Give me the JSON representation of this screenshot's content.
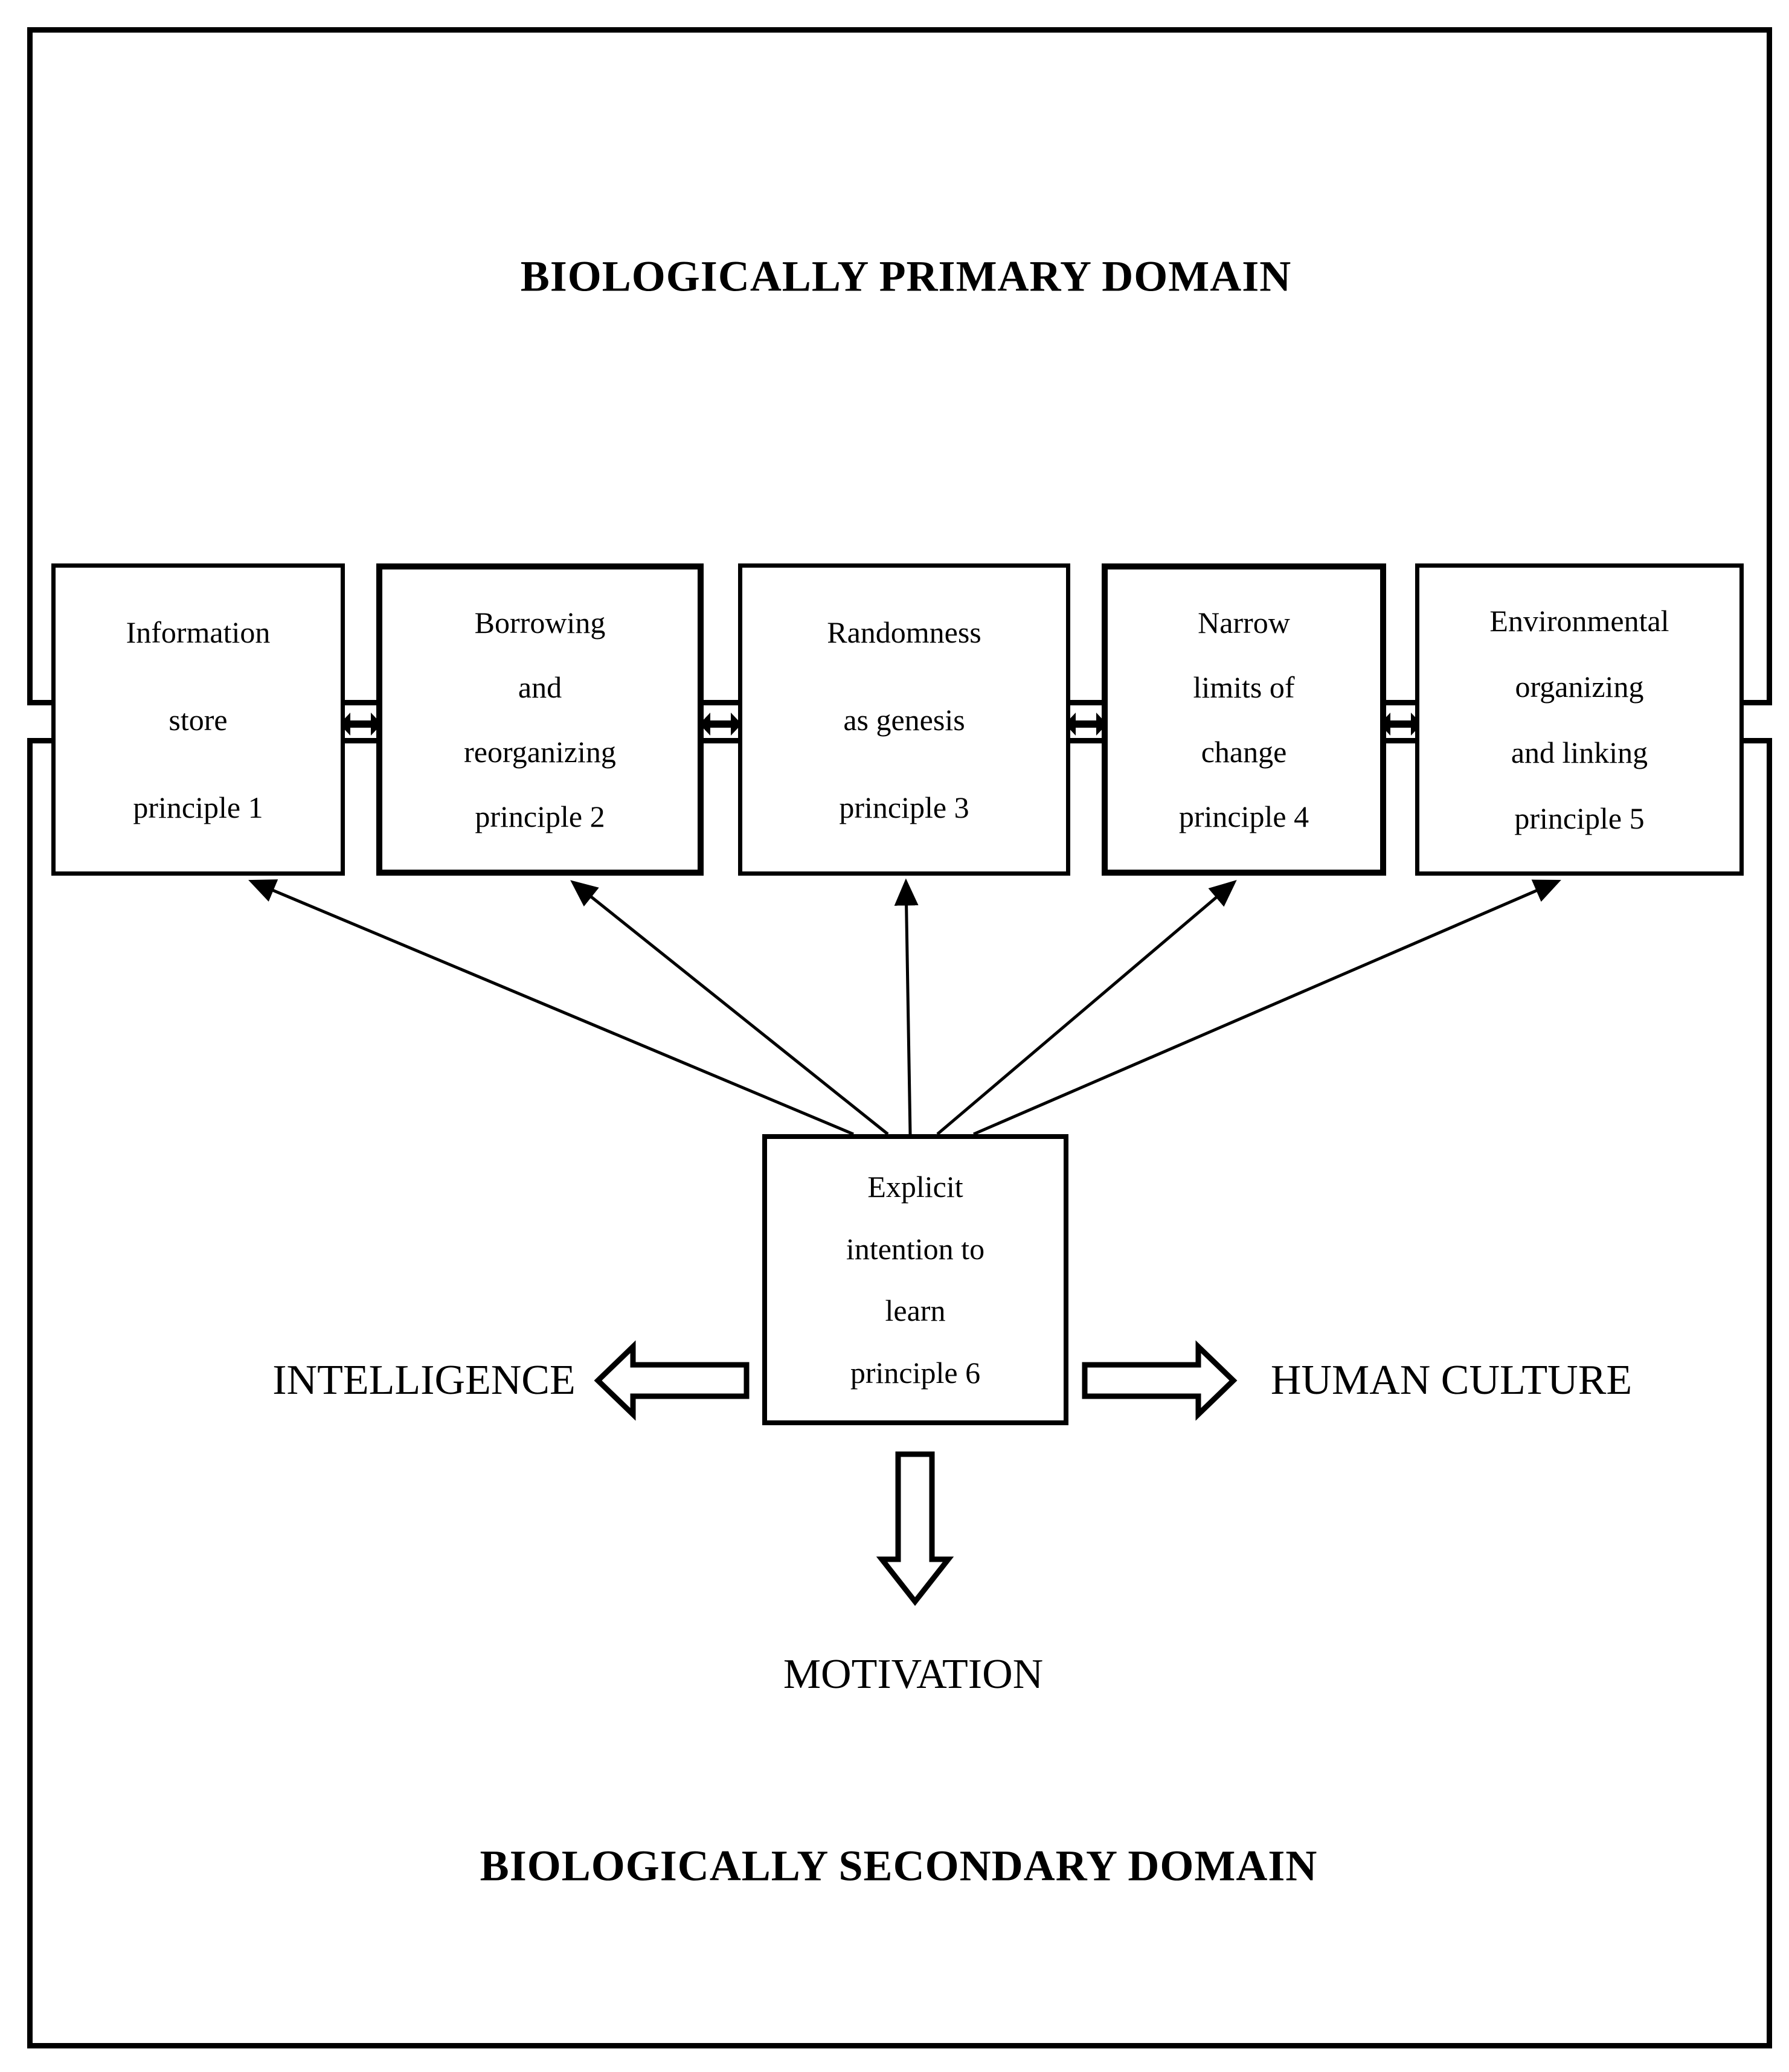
{
  "colors": {
    "ink": "#000000",
    "paper": "#ffffff"
  },
  "domains": {
    "primary": {
      "title": "BIOLOGICALLY PRIMARY DOMAIN"
    },
    "secondary": {
      "title": "BIOLOGICALLY SECONDARY DOMAIN"
    }
  },
  "principle_boxes": [
    {
      "lines": [
        "Information",
        "store",
        "principle 1"
      ]
    },
    {
      "lines": [
        "Borrowing",
        "and",
        "reorganizing",
        "principle 2"
      ]
    },
    {
      "lines": [
        "Randomness",
        "as genesis",
        "principle 3"
      ]
    },
    {
      "lines": [
        "Narrow",
        "limits of",
        "change",
        "principle 4"
      ]
    },
    {
      "lines": [
        "Environmental",
        "organizing",
        "and linking",
        "principle 5"
      ]
    }
  ],
  "center_box": {
    "lines": [
      "Explicit",
      "intention to",
      "learn",
      "principle 6"
    ]
  },
  "labels": {
    "intelligence": "INTELLIGENCE",
    "human_culture": "HUMAN CULTURE",
    "motivation": "MOTIVATION"
  },
  "connectors": {
    "bidirectional_between_principles": [
      "1-2",
      "2-3",
      "3-4",
      "4-5"
    ],
    "radial_from_principle_6": [
      "6-1",
      "6-2",
      "6-3",
      "6-4",
      "6-5"
    ],
    "block_arrows": [
      "to-intelligence",
      "to-human-culture",
      "to-motivation"
    ]
  }
}
